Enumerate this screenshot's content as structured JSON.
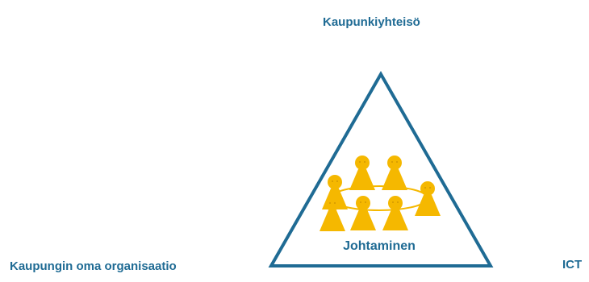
{
  "labels": {
    "top": "Kaupunkiyhteisö",
    "bottom_left": "Kaupungin oma organisaatio",
    "bottom_right": "ICT",
    "center": "Johtaminen"
  },
  "icons": {
    "figure": "person-figure-icon",
    "triangle": "triangle-frame",
    "ring": "ellipse-ring"
  },
  "colors": {
    "primary": "#1f6b94",
    "figure_fill": "#f5b800"
  },
  "figure_count": 7
}
